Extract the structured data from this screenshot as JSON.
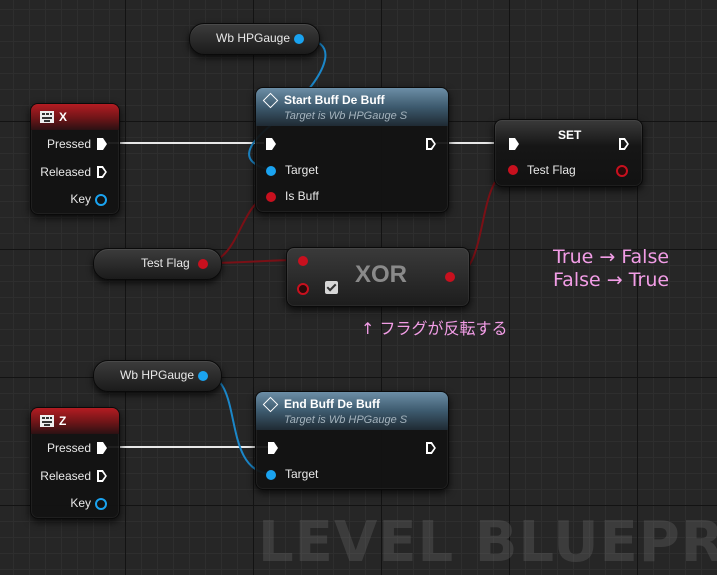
{
  "graph": {
    "watermark": "LEVEL BLUEPRINT",
    "colors": {
      "exec": "#ffffff",
      "object_pin": "#1aa3f0",
      "bool_pin": "#c8101e",
      "annotation": "#f29de6"
    }
  },
  "nodes": {
    "key_x": {
      "title": "X",
      "pins": {
        "pressed": "Pressed",
        "released": "Released",
        "key": "Key"
      }
    },
    "key_z": {
      "title": "Z",
      "pins": {
        "pressed": "Pressed",
        "released": "Released",
        "key": "Key"
      }
    },
    "start_buff": {
      "title": "Start Buff De Buff",
      "subtitle": "Target is Wb HPGauge S",
      "pins": {
        "target": "Target",
        "is_buff": "Is Buff"
      }
    },
    "end_buff": {
      "title": "End Buff De Buff",
      "subtitle": "Target is Wb HPGauge S",
      "pins": {
        "target": "Target"
      }
    },
    "set": {
      "title": "SET",
      "pins": {
        "test_flag": "Test Flag"
      }
    },
    "xor": {
      "title": "XOR",
      "checkbox_checked": true
    },
    "var_wb_top": {
      "label": "Wb HPGauge"
    },
    "var_wb_bottom": {
      "label": "Wb HPGauge"
    },
    "var_test_flag": {
      "label": "Test Flag"
    }
  },
  "annotations": {
    "truth_line1": "True → False",
    "truth_line2": "False → True",
    "flip_note": "↑ フラグが反転する"
  }
}
